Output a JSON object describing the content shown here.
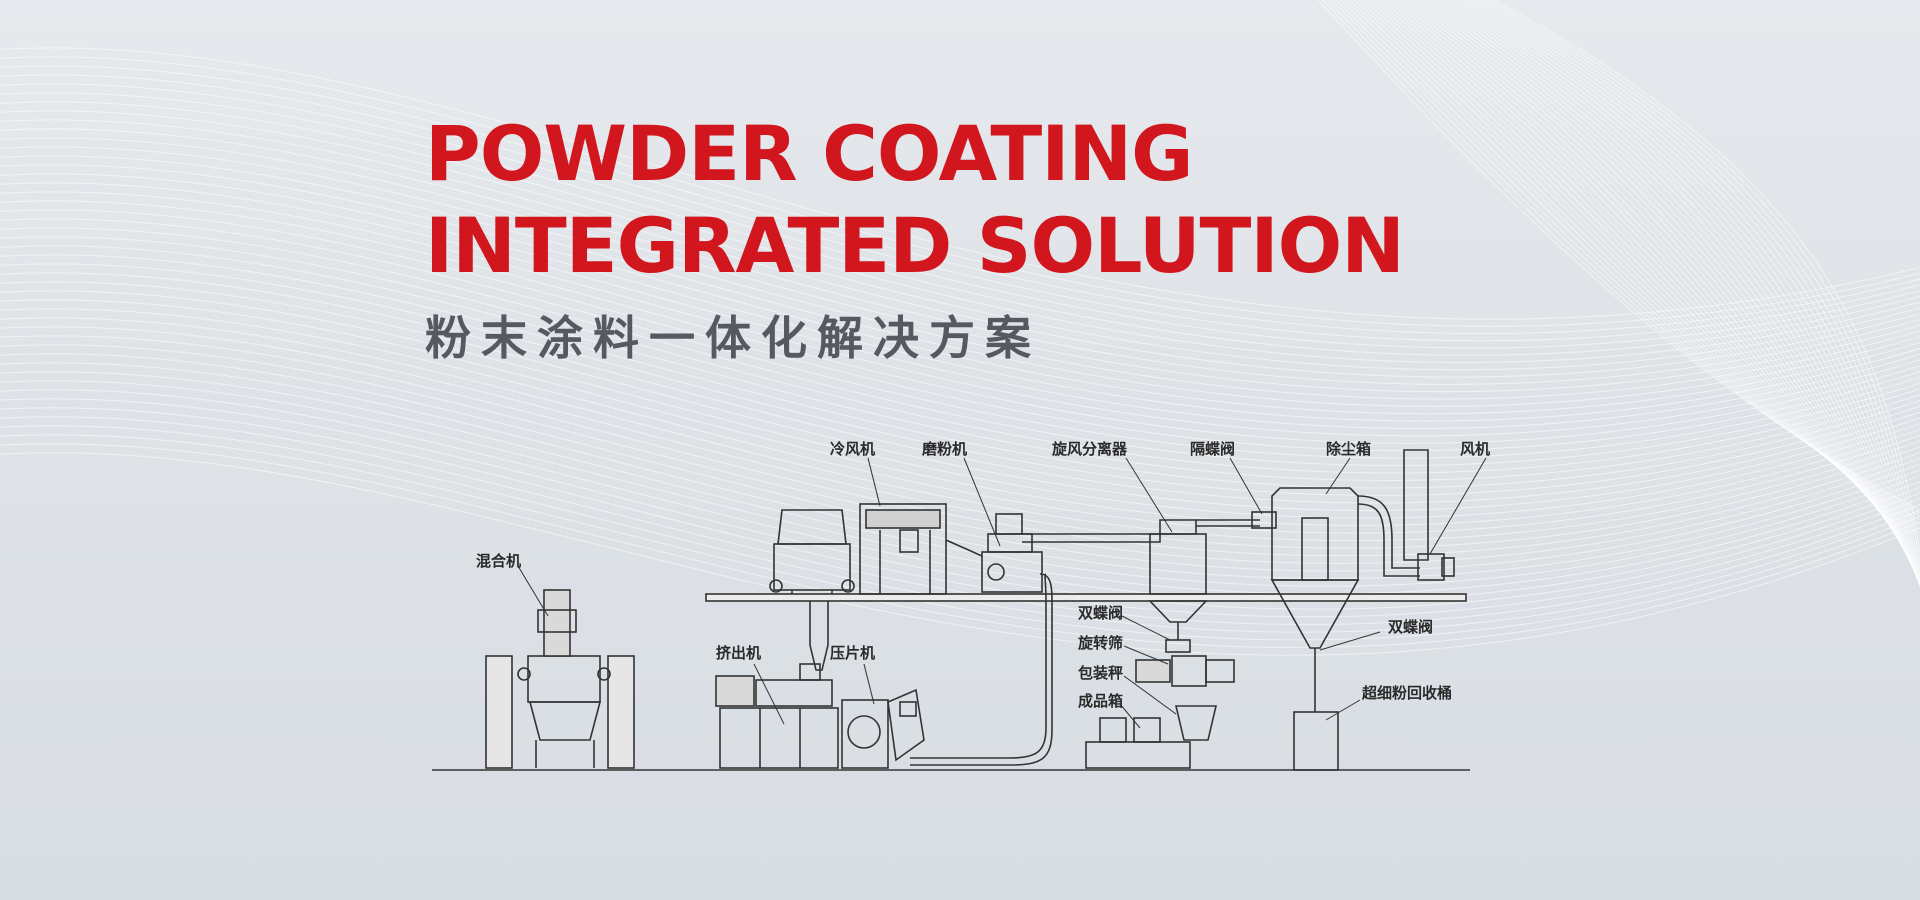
{
  "hero": {
    "title_line1": "POWDER COATING",
    "title_line2": "INTEGRATED SOLUTION",
    "subtitle": "粉末涂料一体化解决方案"
  },
  "colors": {
    "accent": "#d2161e",
    "subtitle": "#555a60",
    "drawing": "#333333"
  },
  "diagram": {
    "labels": {
      "mixer": "混合机",
      "cooling_fan": "冷风机",
      "grinder": "磨粉机",
      "cyclone": "旋风分离器",
      "isolation_valve": "隔蝶阀",
      "dust_box": "除尘箱",
      "blower": "风机",
      "extruder": "挤出机",
      "tablet_press": "压片机",
      "double_valve_left": "双蝶阀",
      "rotary_sieve": "旋转筛",
      "packing_scale": "包装秤",
      "product_box": "成品箱",
      "double_valve_right": "双蝶阀",
      "ultrafine_bin": "超细粉回收桶"
    }
  }
}
